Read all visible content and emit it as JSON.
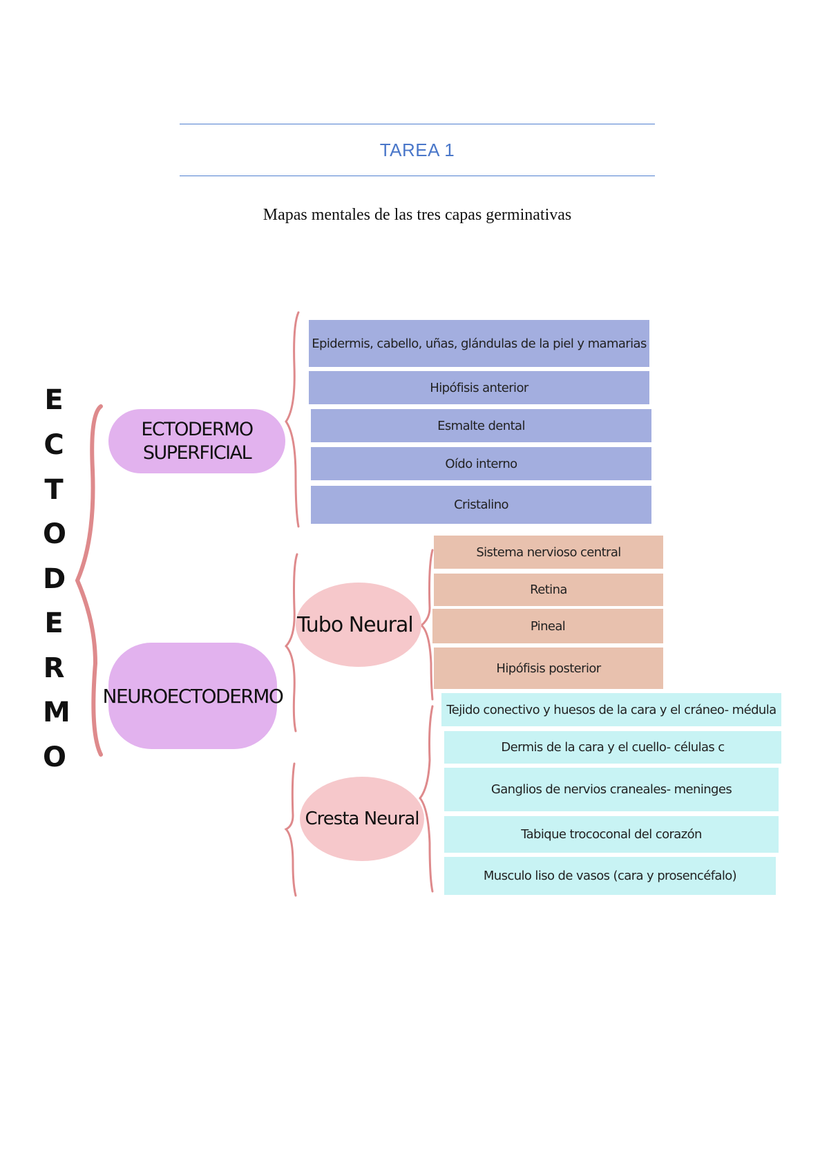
{
  "header": {
    "title": "TAREA 1",
    "subtitle": "Mapas mentales de las tres capas germinativas"
  },
  "diagram": {
    "root_label_letters": [
      "E",
      "C",
      "T",
      "O",
      "D",
      "E",
      "R",
      "M",
      "O"
    ],
    "root_label": "ECTODERMO",
    "branches": {
      "superficial": {
        "label_line1": "ECTODERMO",
        "label_line2": "SUPERFICIAL",
        "items": [
          "Epidermis, cabello, uñas, glándulas de la piel y mamarias",
          "Hipófisis anterior",
          "Esmalte dental",
          "Oído interno",
          "Cristalino"
        ]
      },
      "neuroectodermo": {
        "label": "NEUROECTODERMO",
        "tubo_neural": {
          "label": "Tubo Neural",
          "items": [
            "Sistema nervioso central",
            "Retina",
            "Pineal",
            "Hipófisis posterior"
          ]
        },
        "cresta_neural": {
          "label": "Cresta Neural",
          "items": [
            "Tejido conectivo y huesos de la cara y el cráneo- médula",
            "Dermis de la cara y el cuello- células c",
            "Ganglios de nervios craneales- meninges",
            "Tabique trococonal del corazón",
            "Musculo liso de vasos (cara y prosencéfalo)"
          ]
        }
      }
    }
  },
  "colors": {
    "title_blue": "#4a77c9",
    "brace": "#de8a8c",
    "pill": "#e2b2ee",
    "ellipse": "#f6c8cb",
    "blue_box": "#a3aedf",
    "peach_box": "#e8c1ae",
    "cyan_box": "#c8f3f4"
  }
}
